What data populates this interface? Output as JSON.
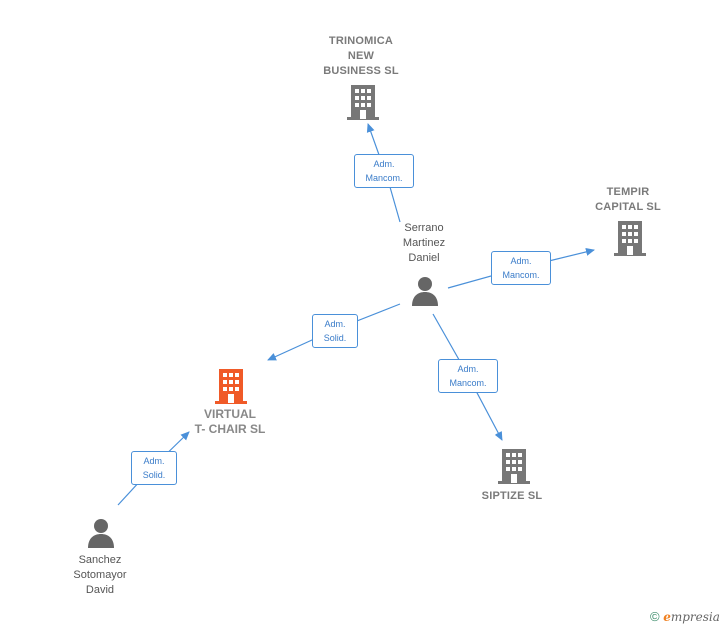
{
  "nodes": {
    "trinomica": {
      "label": "TRINOMICA\nNEW\nBUSINESS  SL"
    },
    "tempir": {
      "label": "TEMPIR\nCAPITAL  SL"
    },
    "serrano": {
      "label": "Serrano\nMartinez\nDaniel"
    },
    "virtual": {
      "label": "VIRTUAL\nT- CHAIR  SL"
    },
    "siptize": {
      "label": "SIPTIZE SL"
    },
    "sanchez": {
      "label": "Sanchez\nSotomayor\nDavid"
    }
  },
  "edges": {
    "serrano_trinomica": {
      "label": "Adm.\nMancom."
    },
    "serrano_tempir": {
      "label": "Adm.\nMancom."
    },
    "serrano_virtual": {
      "label": "Adm.\nSolid."
    },
    "serrano_siptize": {
      "label": "Adm.\nMancom."
    },
    "sanchez_virtual": {
      "label": "Adm.\nSolid."
    }
  },
  "colors": {
    "edge": "#4a90d9",
    "company_icon": "#777777",
    "main_company_icon": "#f05a28",
    "person_icon": "#666666"
  },
  "footer": {
    "copyright": "©",
    "brand_first": "e",
    "brand_rest": "mpresia"
  }
}
